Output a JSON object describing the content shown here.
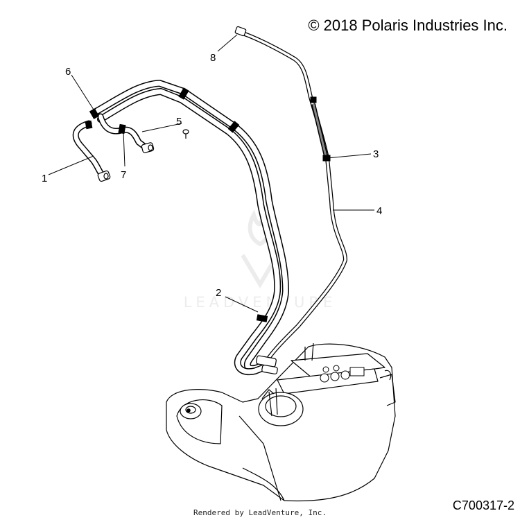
{
  "copyright": "© 2018 Polaris Industries Inc.",
  "diagram_id": "C700317-2",
  "rendered_by": "Rendered by LeadVenture, Inc.",
  "watermark": "LEADVENTURE",
  "callouts": [
    "1",
    "2",
    "3",
    "4",
    "5",
    "6",
    "7",
    "8"
  ],
  "colors": {
    "line": "#000000",
    "watermark": "#ececec"
  }
}
